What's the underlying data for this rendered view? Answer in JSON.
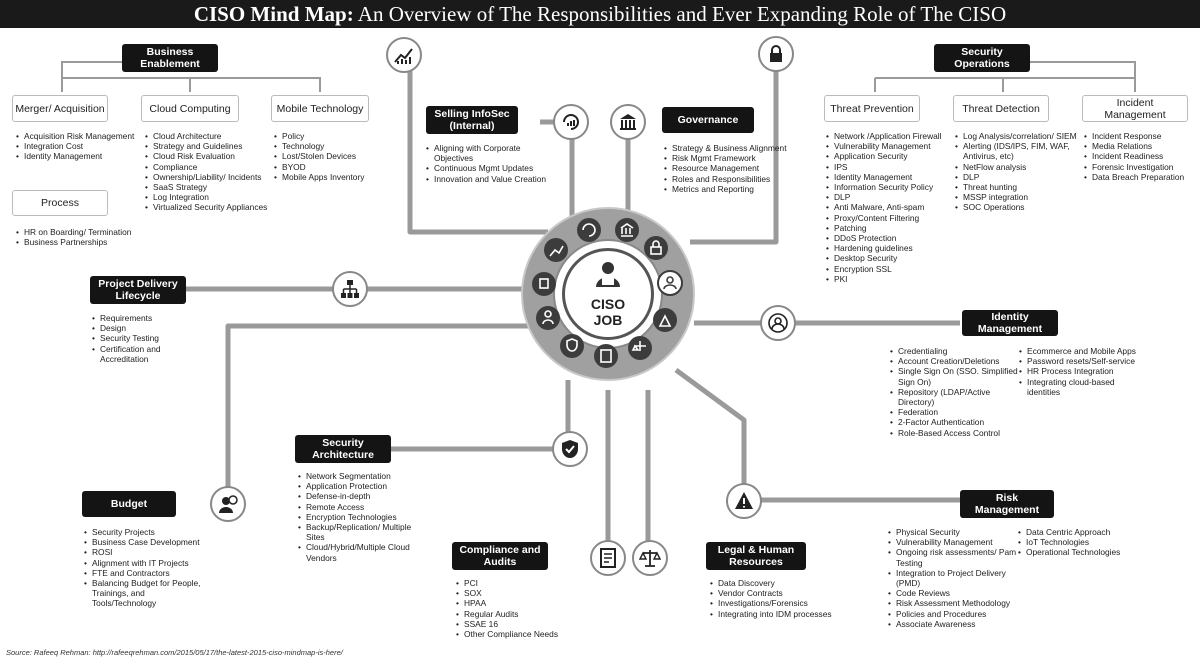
{
  "title": {
    "bold": "CISO Mind Map:",
    "rest": " An Overview of The Responsibilities and Ever Expanding Role of The CISO"
  },
  "center": {
    "line1": "CISO",
    "line2": "JOB"
  },
  "business": {
    "header": "Business Enablement",
    "merger": {
      "title": "Merger/ Acquisition",
      "items": [
        "Acquisition Risk Management",
        "Integration Cost",
        "Identity Management"
      ]
    },
    "cloud": {
      "title": "Cloud Computing",
      "items": [
        "Cloud Architecture",
        "Strategy and Guidelines",
        "Cloud Risk Evaluation",
        "Compliance",
        "Ownership/Liability/ Incidents",
        "SaaS Strategy",
        "Log Integration",
        "Virtualized Security Appliances"
      ]
    },
    "mobile": {
      "title": "Mobile Technology",
      "items": [
        "Policy",
        "Technology",
        "Lost/Stolen Devices",
        "BYOD",
        "Mobile Apps Inventory"
      ]
    },
    "process": {
      "title": "Process",
      "items": [
        "HR on Boarding/ Termination",
        "Business Partnerships"
      ]
    }
  },
  "selling": {
    "header": "Selling InfoSec (Internal)",
    "items": [
      "Aligning with Corporate Objectives",
      "Continuous Mgmt Updates",
      "Innovation and Value Creation"
    ]
  },
  "governance": {
    "header": "Governance",
    "items": [
      "Strategy & Business Alignment",
      "Risk Mgmt Framework",
      "Resource Management",
      "Roles and Responsibilities",
      "Metrics and Reporting"
    ]
  },
  "secops": {
    "header": "Security Operations",
    "prevention": {
      "title": "Threat Prevention",
      "items": [
        "Network /Application Firewall",
        "Vulnerability Management",
        "Application Security",
        "IPS",
        "Identity Management",
        "Information Security Policy",
        "DLP",
        "Anti Malware, Anti-spam",
        "Proxy/Content Filtering",
        "Patching",
        "DDoS Protection",
        "Hardening guidelines",
        "Desktop Security",
        "Encryption SSL",
        "PKI"
      ]
    },
    "detection": {
      "title": "Threat Detection",
      "items": [
        "Log Analysis/correlation/ SIEM",
        "Alerting (IDS/IPS, FIM, WAF, Antivirus, etc)",
        "NetFlow analysis",
        "DLP",
        "Threat hunting",
        "MSSP integration",
        "SOC Operations"
      ]
    },
    "incident": {
      "title": "Incident Management",
      "items": [
        "Incident Response",
        "Media Relations",
        "Incident Readiness",
        "Forensic Investigation",
        "Data Breach Preparation"
      ]
    }
  },
  "project": {
    "header": "Project Delivery Lifecycle",
    "items": [
      "Requirements",
      "Design",
      "Security Testing",
      "Certification and Accreditation"
    ]
  },
  "identity": {
    "header": "Identity Management",
    "col1": [
      "Credentialing",
      "Account Creation/Deletions",
      "Single Sign On (SSO. Simplified Sign On)",
      "Repository (LDAP/Active Directory)",
      "Federation",
      "2-Factor Authentication",
      "Role-Based Access Control"
    ],
    "col2": [
      "Ecommerce and Mobile Apps",
      "Password resets/Self-service",
      "HR Process Integration",
      "Integrating cloud-based identities"
    ]
  },
  "architecture": {
    "header": "Security Architecture",
    "items": [
      "Network Segmentation",
      "Application Protection",
      "Defense-in-depth",
      "Remote Access",
      "Encryption Technologies",
      "Backup/Replication/ Multiple Sites",
      "Cloud/Hybrid/Multiple Cloud Vendors"
    ]
  },
  "budget": {
    "header": "Budget",
    "items": [
      "Security Projects",
      "Business Case Development",
      "ROSI",
      "Alignment with IT Projects",
      "FTE and Contractors",
      "Balancing Budget for People, Trainings, and Tools/Technology"
    ]
  },
  "compliance": {
    "header": "Compliance and Audits",
    "items": [
      "PCI",
      "SOX",
      "HPAA",
      "Regular Audits",
      "SSAE 16",
      "Other Compliance Needs"
    ]
  },
  "legal": {
    "header": "Legal & Human Resources",
    "items": [
      "Data Discovery",
      "Vendor Contracts",
      "Investigations/Forensics",
      "Integrating into IDM processes"
    ]
  },
  "risk": {
    "header": "Risk Management",
    "col1": [
      "Physical Security",
      "Vulnerability Management",
      "Ongoing risk assessments/ Pam Testing",
      "Integration to Project Delivery (PMD)",
      "Code Reviews",
      "Risk Assessment Methodology",
      "Policies and Procedures",
      "Associate Awareness"
    ],
    "col2": [
      "Data Centric Approach",
      "IoT Technologies",
      "Operational Technologies"
    ]
  },
  "footer": "Source: Rafeeq Rehman: http://rafeeqrehman.com/2015/05/17/the-latest-2015-ciso-mindmap-is-here/",
  "colors": {
    "header_bg": "#141414",
    "connector": "#9a9a9a",
    "ring": "#a0a0a0",
    "ring_icon_bg": "#3c3c3c"
  }
}
